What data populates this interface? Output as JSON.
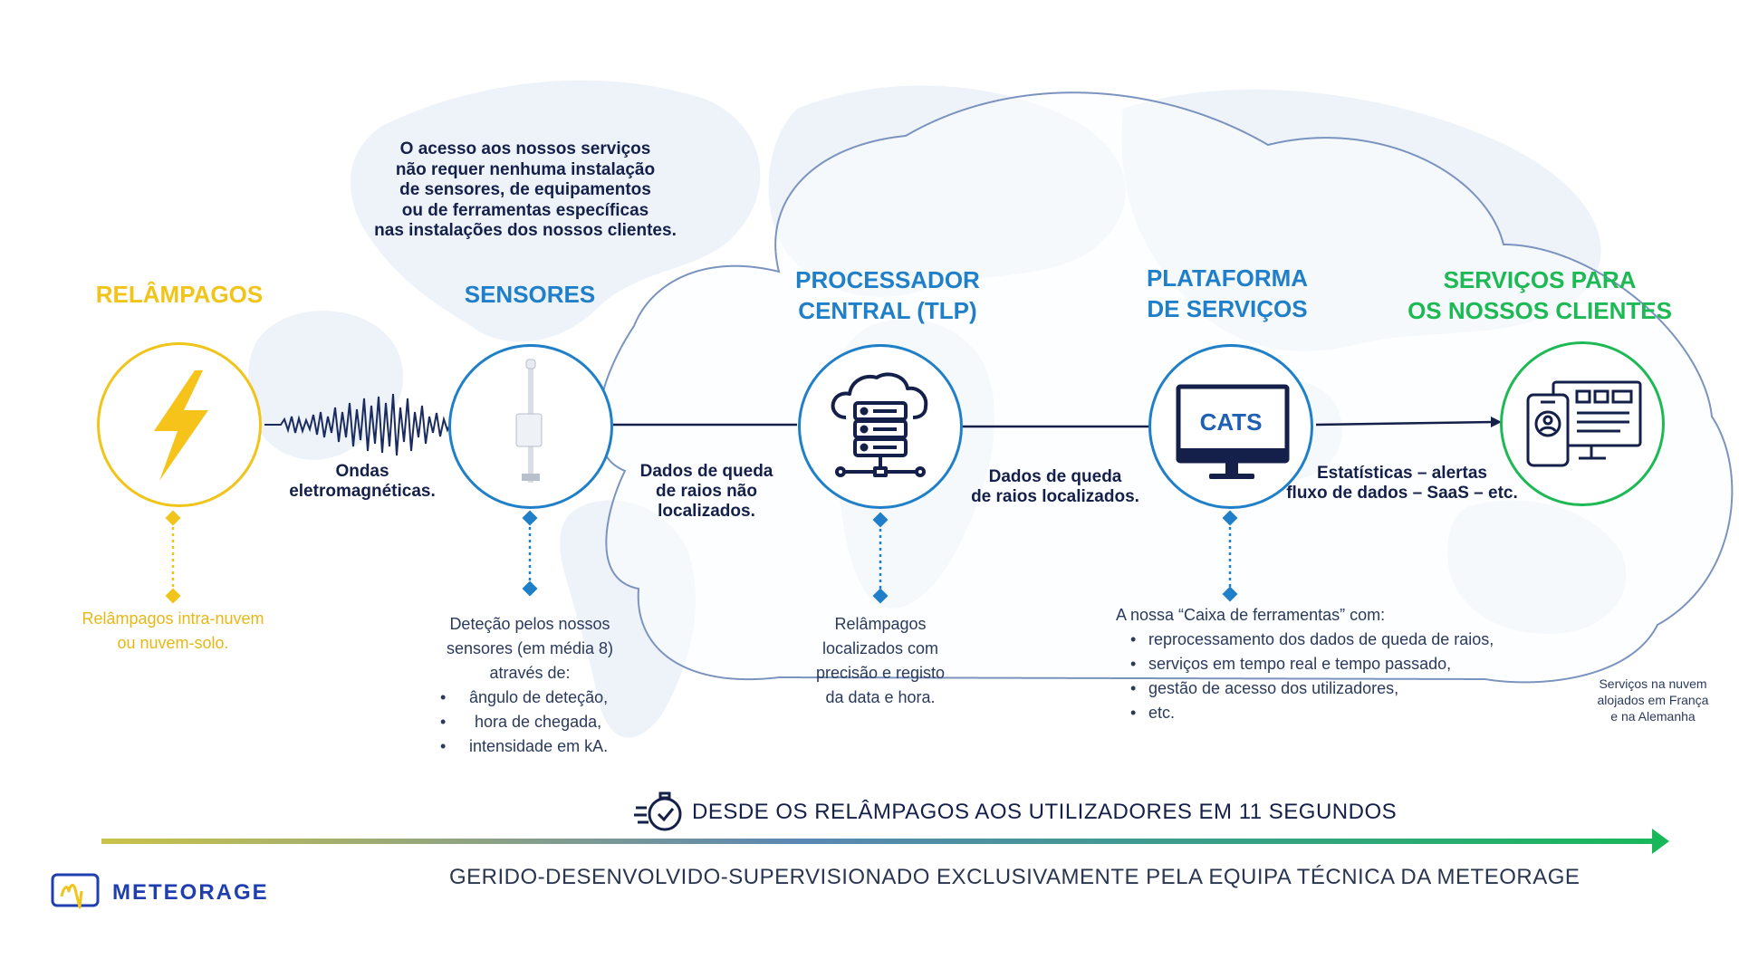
{
  "intro": [
    "O acesso aos nossos serviços",
    "não requer nenhuma instalação",
    "de sensores, de equipamentos",
    "ou de ferramentas específicas",
    "nas instalações dos nossos clientes."
  ],
  "stages": {
    "lightning": {
      "title": [
        "RELÂMPAGOS"
      ],
      "desc": [
        "Relâmpagos intra-nuvem",
        "ou nuvem-solo."
      ],
      "color": "#f0c419"
    },
    "sensors": {
      "title": [
        "SENSORES"
      ],
      "desc": [
        "Deteção pelos nossos",
        "sensores (em média 8)",
        "através de:"
      ],
      "bullets": [
        "ângulo de deteção,",
        "hora de chegada,",
        "intensidade em kA."
      ],
      "color": "#1f7fc8"
    },
    "processor": {
      "title": [
        "PROCESSADOR",
        "CENTRAL (TLP)"
      ],
      "desc": [
        "Relâmpagos",
        "localizados com",
        "precisão e registo",
        "da data e hora."
      ],
      "color": "#1f7fc8"
    },
    "platform": {
      "title": [
        "PLATAFORMA",
        "DE SERVIÇOS"
      ],
      "screen_label": "CATS",
      "desc_intro": "A nossa “Caixa de ferramentas” com:",
      "bullets": [
        "reprocessamento dos dados de queda de raios,",
        "serviços em tempo real e tempo passado,",
        "gestão de acesso dos utilizadores,",
        "etc."
      ],
      "color": "#1f7fc8"
    },
    "clients": {
      "title": [
        "SERVIÇOS PARA",
        "OS NOSSOS CLIENTES"
      ],
      "color": "#1db954"
    }
  },
  "links": {
    "waves": [
      "Ondas",
      "eletromagnéticas."
    ],
    "raw_data": [
      "Dados de queda",
      "de raios não",
      "localizados."
    ],
    "located_data": [
      "Dados de queda",
      "de raios localizados."
    ],
    "outputs": [
      "Estatísticas – alertas",
      "fluxo de dados – SaaS  – etc."
    ]
  },
  "cloud_note": [
    "Serviços na nuvem",
    "alojados em França",
    "e na Alemanha"
  ],
  "timeline": "DESDE OS RELÂMPAGOS AOS UTILIZADORES  EM 11 SEGUNDOS",
  "footer": "GERIDO-DESENVOLVIDO-SUPERVISIONADO  EXCLUSIVAMENTE PELA EQUIPA TÉCNICA DA METEORAGE",
  "logo": {
    "text": "METEORAGE"
  },
  "colors": {
    "dark": "#14204a",
    "blue": "#1f7fc8",
    "yellow": "#f0c419",
    "green": "#1db954"
  }
}
